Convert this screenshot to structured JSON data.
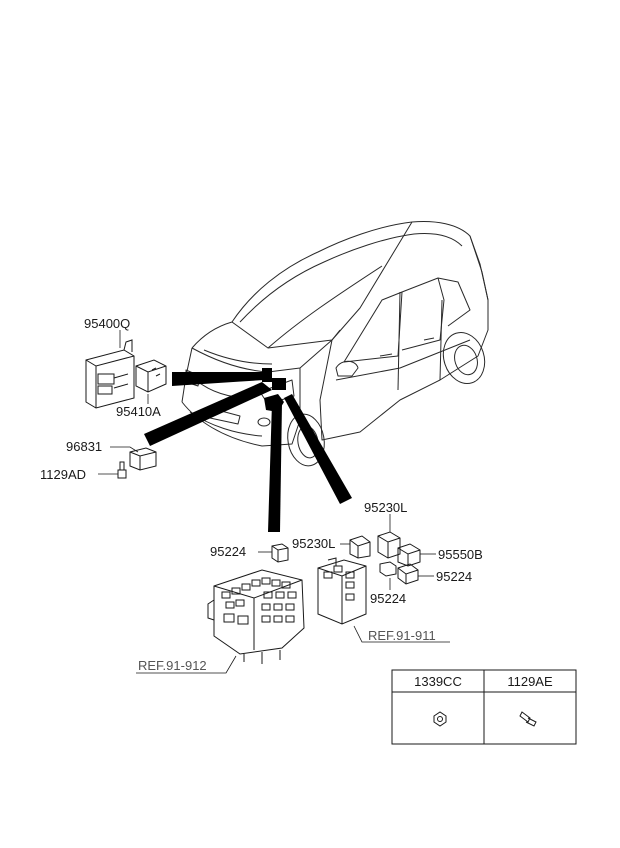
{
  "parts": {
    "p95400Q": "95400Q",
    "p95410A": "95410A",
    "p96831": "96831",
    "p1129AD": "1129AD",
    "p95230L_top": "95230L",
    "p95230L_mid": "95230L",
    "p95224_left": "95224",
    "p95550B": "95550B",
    "p95224_right": "95224",
    "p95224_bottom": "95224"
  },
  "refs": {
    "ref_912": "REF.91-912",
    "ref_911": "REF.91-911"
  },
  "legend_table": {
    "col1": "1339CC",
    "col2": "1129AE"
  }
}
